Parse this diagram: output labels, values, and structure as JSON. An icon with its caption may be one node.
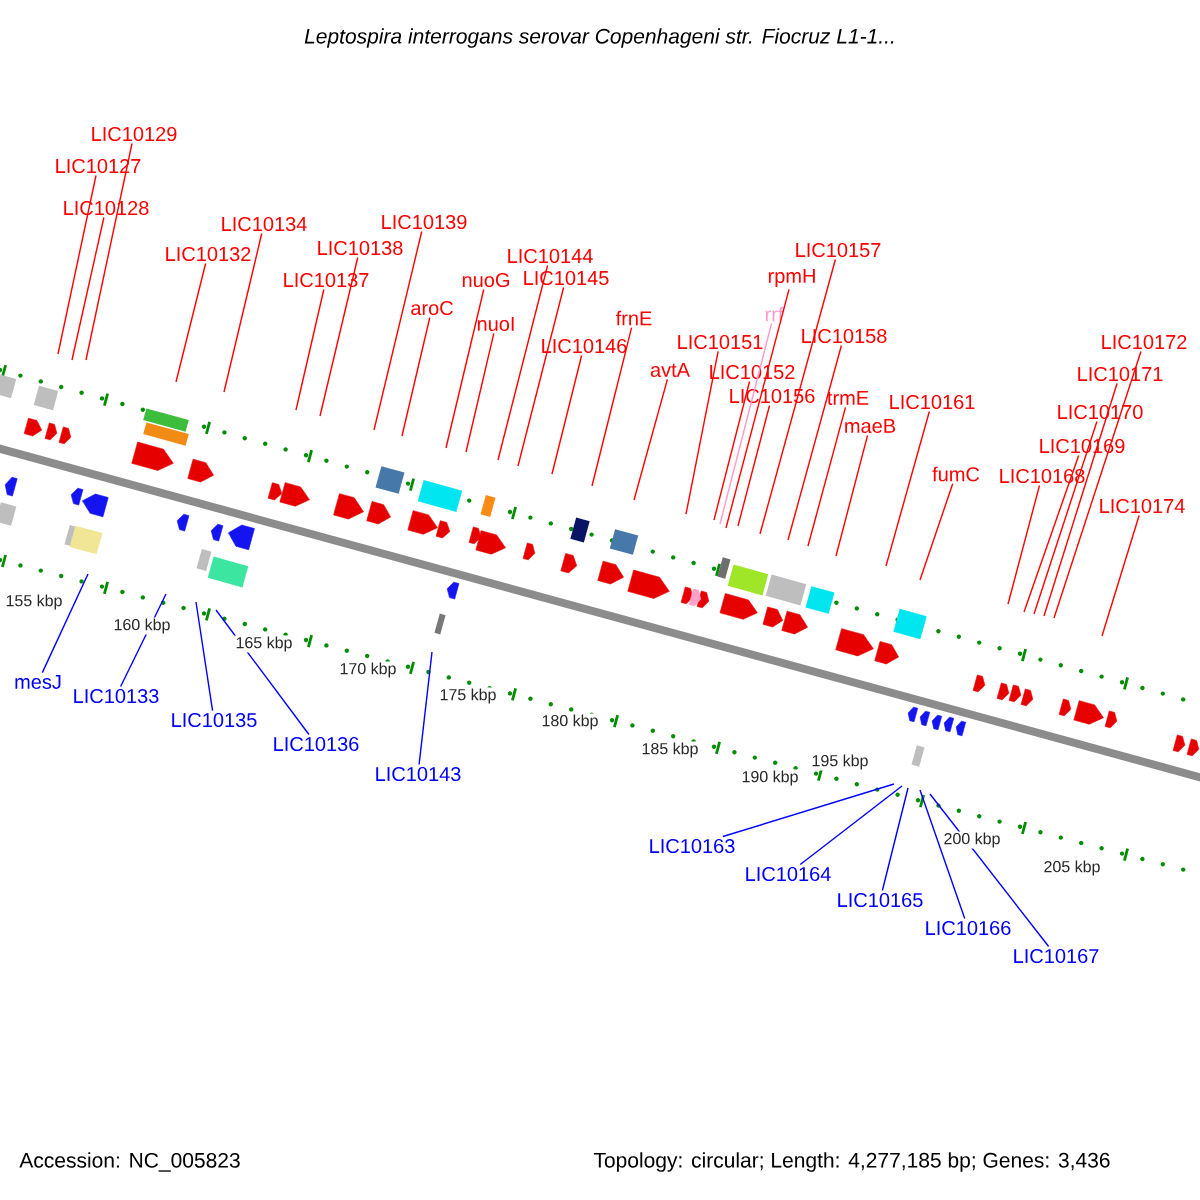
{
  "diagram": {
    "title": "Leptospira interrogans serovar Copenhageni str. Fiocruz L1-1...",
    "nodes": [
      {
        "text": [
          "LIC10129"
        ]
      },
      {
        "text": [
          "LIC10127"
        ]
      },
      {
        "text": [
          "LIC10128"
        ]
      },
      {
        "text": [
          "LIC10134"
        ]
      },
      {
        "text": [
          "LIC10132"
        ]
      },
      {
        "text": [
          "LIC10139"
        ]
      },
      {
        "text": [
          "LIC10138"
        ]
      },
      {
        "text": [
          "LIC10137"
        ]
      },
      {
        "text": [
          "aroC"
        ]
      },
      {
        "text": [
          "nuoG"
        ]
      },
      {
        "text": [
          "nuoI"
        ]
      },
      {
        "text": [
          "LIC10144"
        ]
      },
      {
        "text": [
          "LIC10145"
        ]
      },
      {
        "text": [
          "LIC10146"
        ]
      },
      {
        "text": [
          "frnE"
        ]
      },
      {
        "text": [
          "avtA"
        ]
      },
      {
        "text": [
          "LIC10151"
        ]
      },
      {
        "text": [
          "LIC10152"
        ]
      },
      {
        "text": [
          "rrf"
        ]
      },
      {
        "text": [
          "rpmH"
        ]
      },
      {
        "text": [
          "LIC10157"
        ]
      },
      {
        "text": [
          "LIC10156"
        ]
      },
      {
        "text": [
          "LIC10158"
        ]
      },
      {
        "text": [
          "trmE"
        ]
      },
      {
        "text": [
          "maeB"
        ]
      },
      {
        "text": [
          "LIC10161"
        ]
      },
      {
        "text": [
          "fumC"
        ]
      },
      {
        "text": [
          "LIC10168"
        ]
      },
      {
        "text": [
          "LIC10169"
        ]
      },
      {
        "text": [
          "LIC10170"
        ]
      },
      {
        "text": [
          "LIC10171"
        ]
      },
      {
        "text": [
          "LIC10172"
        ]
      },
      {
        "text": [
          "LIC10174"
        ]
      },
      {
        "text": [
          "mesJ"
        ]
      },
      {
        "text": [
          "LIC10133"
        ]
      },
      {
        "text": [
          "LIC10135"
        ]
      },
      {
        "text": [
          "LIC10136"
        ]
      },
      {
        "text": [
          "LIC10143"
        ]
      },
      {
        "text": [
          "LIC10163"
        ]
      },
      {
        "text": [
          "LIC10164"
        ]
      },
      {
        "text": [
          "LIC10165"
        ]
      },
      {
        "text": [
          "LIC10166"
        ]
      },
      {
        "text": [
          "LIC10167"
        ]
      }
    ],
    "edges": [
      {
        "from": 0,
        "to": null,
        "arrow": "none"
      },
      {
        "from": 1,
        "to": null,
        "arrow": "none"
      },
      {
        "from": 2,
        "to": null,
        "arrow": "none"
      },
      {
        "from": 3,
        "to": null,
        "arrow": "none"
      },
      {
        "from": 4,
        "to": null,
        "arrow": "none"
      },
      {
        "from": 5,
        "to": null,
        "arrow": "none"
      },
      {
        "from": 6,
        "to": null,
        "arrow": "none"
      },
      {
        "from": 7,
        "to": null,
        "arrow": "none"
      },
      {
        "from": 8,
        "to": null,
        "arrow": "none"
      },
      {
        "from": 9,
        "to": null,
        "arrow": "none"
      },
      {
        "from": 10,
        "to": null,
        "arrow": "none"
      },
      {
        "from": 11,
        "to": null,
        "arrow": "none"
      },
      {
        "from": 12,
        "to": null,
        "arrow": "none"
      },
      {
        "from": 13,
        "to": null,
        "arrow": "none"
      },
      {
        "from": 14,
        "to": null,
        "arrow": "none"
      },
      {
        "from": 15,
        "to": null,
        "arrow": "none"
      },
      {
        "from": 16,
        "to": null,
        "arrow": "none"
      },
      {
        "from": 17,
        "to": null,
        "arrow": "none"
      },
      {
        "from": 18,
        "to": null,
        "arrow": "none",
        "color": "#ff99cc"
      },
      {
        "from": 19,
        "to": null,
        "arrow": "none"
      },
      {
        "from": 20,
        "to": null,
        "arrow": "none"
      },
      {
        "from": 21,
        "to": null,
        "arrow": "none"
      },
      {
        "from": 22,
        "to": null,
        "arrow": "none"
      },
      {
        "from": 23,
        "to": null,
        "arrow": "none"
      },
      {
        "from": 24,
        "to": null,
        "arrow": "none"
      },
      {
        "from": 25,
        "to": null,
        "arrow": "none"
      },
      {
        "from": 26,
        "to": null,
        "arrow": "none"
      },
      {
        "from": 27,
        "to": null,
        "arrow": "none"
      },
      {
        "from": 28,
        "to": null,
        "arrow": "none"
      },
      {
        "from": 29,
        "to": null,
        "arrow": "none"
      },
      {
        "from": 30,
        "to": null,
        "arrow": "none"
      },
      {
        "from": 31,
        "to": null,
        "arrow": "none"
      },
      {
        "from": 32,
        "to": null,
        "arrow": "none"
      },
      {
        "from": 33,
        "to": null,
        "arrow": "none",
        "color": "#0000ff"
      },
      {
        "from": 34,
        "to": null,
        "arrow": "none",
        "color": "#0000ff"
      },
      {
        "from": 35,
        "to": null,
        "arrow": "none",
        "color": "#0000ff"
      },
      {
        "from": 36,
        "to": null,
        "arrow": "none",
        "color": "#0000ff"
      },
      {
        "from": 37,
        "to": null,
        "arrow": "none",
        "color": "#0000ff"
      },
      {
        "from": 38,
        "to": null,
        "arrow": "none",
        "color": "#0000ff"
      },
      {
        "from": 39,
        "to": null,
        "arrow": "none",
        "color": "#0000ff"
      },
      {
        "from": 40,
        "to": null,
        "arrow": "none",
        "color": "#0000ff"
      },
      {
        "from": 41,
        "to": null,
        "arrow": "none",
        "color": "#0000ff"
      },
      {
        "from": 42,
        "to": null,
        "arrow": "none",
        "color": "#0000ff"
      }
    ],
    "labels": [
      "155 kbp",
      "160 kbp",
      "165 kbp",
      "170 kbp",
      "175 kbp",
      "180 kbp",
      "185 kbp",
      "190 kbp",
      "195 kbp",
      "200 kbp",
      "205 kbp",
      "Accession: NC_005823",
      "Topology: circular; Length: 4,277,185 bp; Genes: 3,436"
    ]
  }
}
